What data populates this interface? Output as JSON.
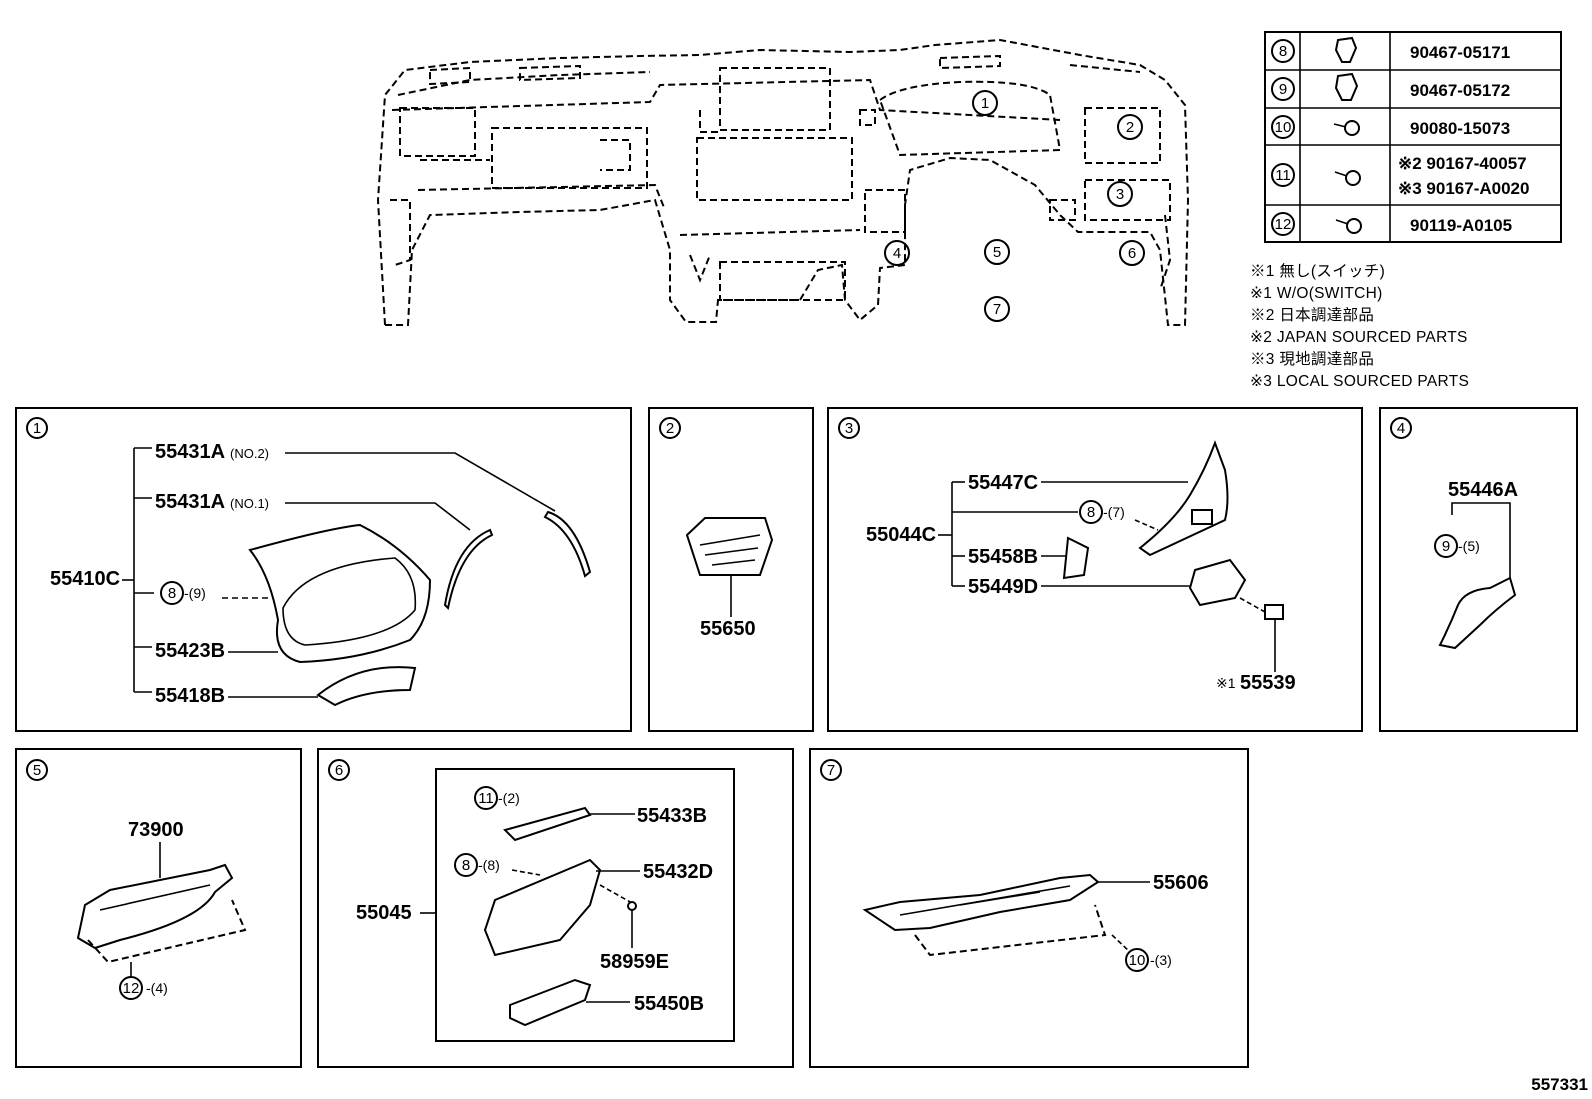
{
  "diagram_id": "557331",
  "dashboard_labels": [
    "1",
    "2",
    "3",
    "4",
    "5",
    "6",
    "7"
  ],
  "fastener_table": [
    {
      "ref": "8",
      "part": "90467-05171"
    },
    {
      "ref": "9",
      "part": "90467-05172"
    },
    {
      "ref": "10",
      "part": "90080-15073"
    },
    {
      "ref": "11",
      "part": "※2 90167-40057",
      "part2": "※3 90167-A0020"
    },
    {
      "ref": "12",
      "part": "90119-A0105"
    }
  ],
  "notes": [
    "※1 無し(スイッチ)",
    "※1 W/O(SWITCH)",
    "※2 日本調達部品",
    "※2 JAPAN SOURCED PARTS",
    "※3 現地調達部品",
    "※3 LOCAL SOURCED PARTS"
  ],
  "panel1": {
    "num": "1",
    "parent": "55410C",
    "p1": "55431A",
    "p1s": "(NO.2)",
    "p2": "55431A",
    "p2s": "(NO.1)",
    "clip": "8",
    "clipq": "-(9)",
    "p3": "55423B",
    "p4": "55418B"
  },
  "panel2": {
    "num": "2",
    "p1": "55650"
  },
  "panel3": {
    "num": "3",
    "parent": "55044C",
    "p1": "55447C",
    "clip": "8",
    "clipq": "-(7)",
    "p2": "55458B",
    "p3": "55449D",
    "p4pre": "※1",
    "p4": "55539"
  },
  "panel4": {
    "num": "4",
    "p1": "55446A",
    "clip": "9",
    "clipq": "-(5)"
  },
  "panel5": {
    "num": "5",
    "p1": "73900",
    "clip": "12",
    "clipq": "-(4)"
  },
  "panel6": {
    "num": "6",
    "parent": "55045",
    "clipA": "11",
    "clipAq": "-(2)",
    "p1": "55433B",
    "clipB": "8",
    "clipBq": "-(8)",
    "p2": "55432D",
    "p3": "58959E",
    "p4": "55450B"
  },
  "panel7": {
    "num": "7",
    "p1": "55606",
    "clip": "10",
    "clipq": "-(3)"
  }
}
